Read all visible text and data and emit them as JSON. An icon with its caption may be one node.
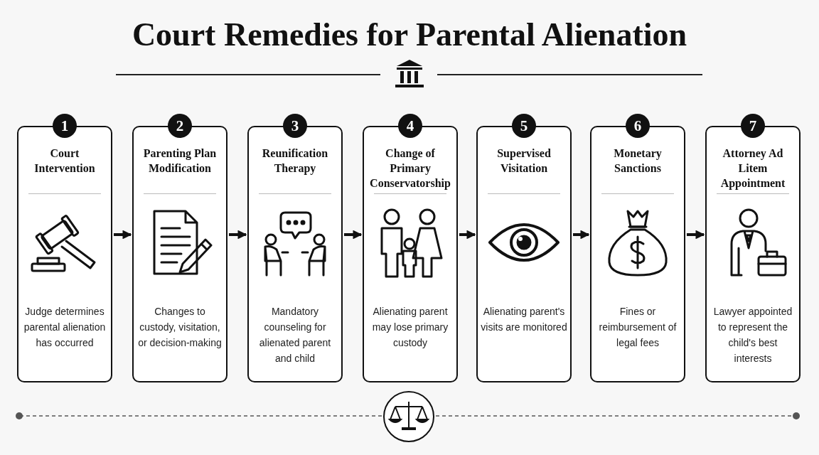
{
  "diagram": {
    "title": "Court Remedies for Parental Alienation",
    "nodes": [
      {
        "text": [
          "1",
          "Court Intervention",
          "Judge determines parental alienation has occurred"
        ]
      },
      {
        "text": [
          "2",
          "Parenting Plan Modification",
          "Changes to custody, visitation, or decision-making"
        ]
      },
      {
        "text": [
          "3",
          "Reunification Therapy",
          "Mandatory counseling for alienated parent and child"
        ]
      },
      {
        "text": [
          "4",
          "Change of Primary Conservatorship",
          "Alienating parent may lose primary custody"
        ]
      },
      {
        "text": [
          "5",
          "Supervised Visitation",
          "Alienating parent's visits are monitored"
        ]
      },
      {
        "text": [
          "6",
          "Monetary Sanctions",
          "Fines or reimbursement of legal fees"
        ]
      },
      {
        "text": [
          "7",
          "Attorney Ad Litem Appointment",
          "Lawyer appointed to represent the child's best interests"
        ]
      }
    ],
    "edges": [
      {
        "from": 0,
        "to": 1,
        "arrow": "to"
      },
      {
        "from": 1,
        "to": 2,
        "arrow": "to"
      },
      {
        "from": 2,
        "to": 3,
        "arrow": "to"
      },
      {
        "from": 3,
        "to": 4,
        "arrow": "to"
      },
      {
        "from": 4,
        "to": 5,
        "arrow": "to"
      },
      {
        "from": 5,
        "to": 6,
        "arrow": "to"
      }
    ]
  }
}
